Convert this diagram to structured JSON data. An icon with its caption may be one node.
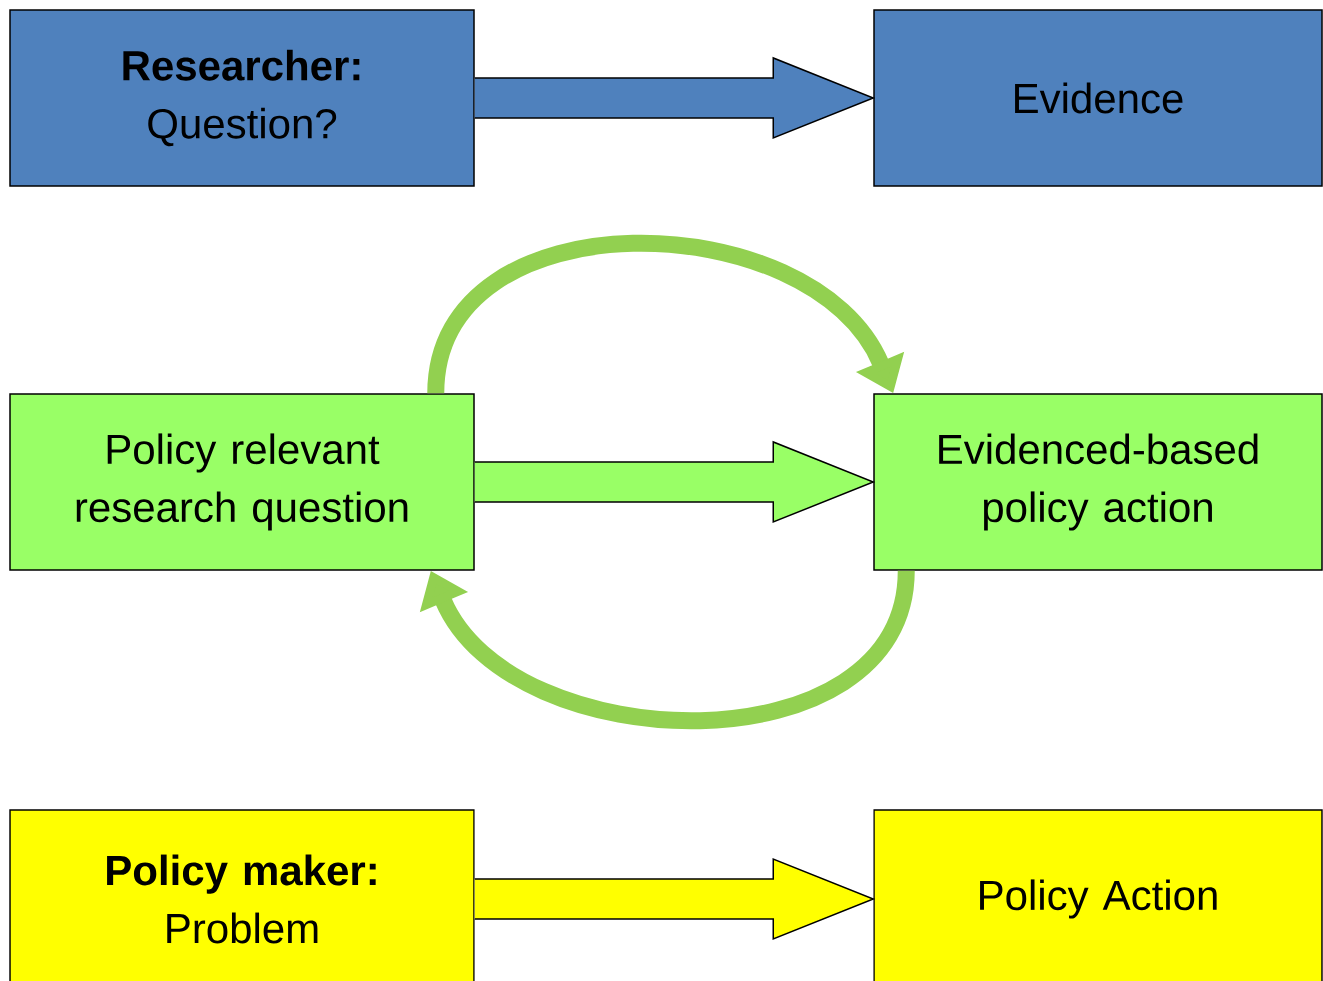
{
  "diagram": {
    "nodes": [
      {
        "text": [
          "Researcher:",
          "Question?"
        ]
      },
      {
        "text": [
          "Evidence"
        ]
      },
      {
        "text": [
          "Policy relevant research question"
        ]
      },
      {
        "text": [
          "Evidenced-based policy action"
        ]
      },
      {
        "text": [
          "Policy maker:",
          "Problem"
        ]
      },
      {
        "text": [
          "Policy Action"
        ]
      }
    ],
    "edges": [
      {
        "from": 0,
        "to": 1,
        "arrow": "to",
        "color": "#4f81bd"
      },
      {
        "from": 2,
        "to": 3,
        "arrow": "to",
        "color": "#99ff66"
      },
      {
        "from": 4,
        "to": 5,
        "arrow": "to",
        "color": "#ffff00"
      },
      {
        "from": 2,
        "to": 3,
        "arrow": "to",
        "color": "#92d050"
      },
      {
        "from": 3,
        "to": 2,
        "arrow": "to",
        "color": "#92d050"
      }
    ]
  }
}
